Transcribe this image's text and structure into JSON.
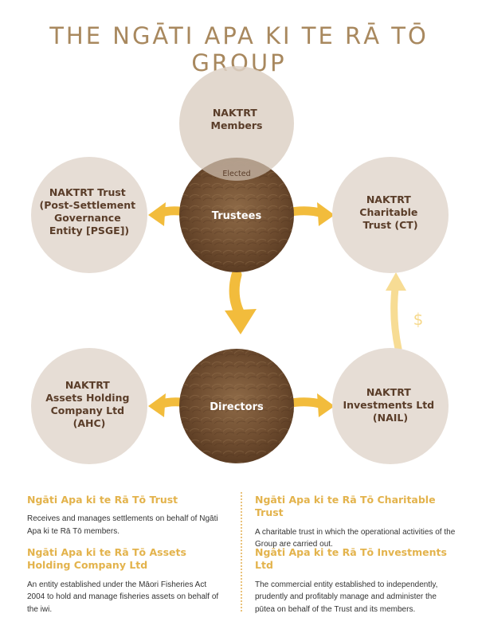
{
  "title": "THE NGĀTI APA KI TE RĀ TŌ GROUP",
  "nodes": {
    "members": {
      "lines": [
        "NAKTRT",
        "Members"
      ]
    },
    "elected": "Elected",
    "trustees": "Trustees",
    "psge": {
      "lines": [
        "NAKTRT Trust",
        "(Post-Settlement",
        "Governance",
        "Entity [PSGE])"
      ]
    },
    "ct": {
      "lines": [
        "NAKTRT",
        "Charitable",
        "Trust (CT)"
      ]
    },
    "directors": "Directors",
    "ahc": {
      "lines": [
        "NAKTRT",
        "Assets Holding",
        "Company Ltd",
        "(AHC)"
      ]
    },
    "nail": {
      "lines": [
        "NAKTRT",
        "Investments Ltd",
        "(NAIL)"
      ]
    },
    "dollar": "$"
  },
  "colors": {
    "circle_fill": "#e6ddd5",
    "trustees_fill": "#7b5838",
    "arrow": "#f2bc3c",
    "arrow_light": "#f7dc94",
    "heading": "#e3b34c",
    "title": "#a8885e"
  },
  "descriptions": [
    {
      "heading": "Ngāti Apa ki te Rā Tō Trust",
      "text": "Receives and manages settlements on behalf of Ngāti Apa ki te Rā Tō members."
    },
    {
      "heading": "Ngāti Apa ki te Rā Tō Charitable Trust",
      "text": "A charitable trust in which the operational activities of the Group are carried out."
    },
    {
      "heading": "Ngāti Apa ki te Rā Tō Assets Holding Company Ltd",
      "text": "An entity established under the Māori Fisheries Act 2004 to hold and manage fisheries assets on behalf of the iwi."
    },
    {
      "heading": "Ngāti Apa ki te Rā Tō Investments Ltd",
      "text": "The commercial entity established to independently, prudently and profitably manage and administer the pūtea on behalf of the Trust and its members."
    }
  ]
}
